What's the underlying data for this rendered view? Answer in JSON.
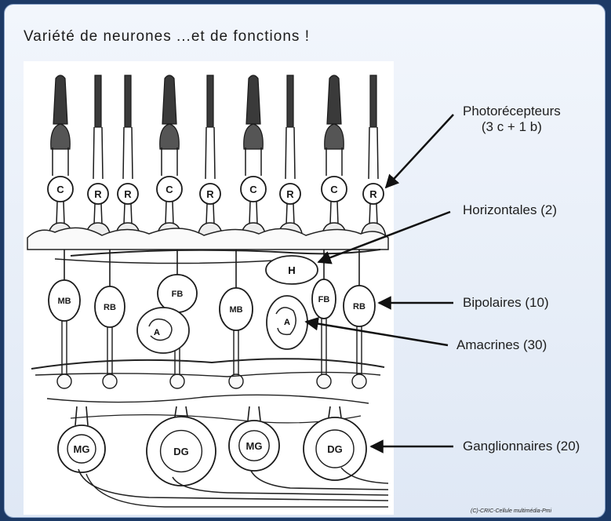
{
  "title": "Variété de neurones ...et de fonctions !",
  "labels": {
    "photoreceptors_line1": "Photorécepteurs",
    "photoreceptors_line2": "(3 c + 1 b)",
    "horizontals": "Horizontales (2)",
    "bipolars": "Bipolaires (10)",
    "amacrines": "Amacrines (30)",
    "ganglions": "Ganglionnaires (20)"
  },
  "cell_letters": {
    "cone": "C",
    "rod": "R",
    "horizontal": "H",
    "midget_bipolar": "MB",
    "rod_bipolar": "RB",
    "flat_bipolar": "FB",
    "amacrine": "A",
    "midget_ganglion": "MG",
    "diffuse_ganglion": "DG"
  },
  "photoreceptor_sequence": [
    "C",
    "R",
    "R",
    "C",
    "R",
    "C",
    "R",
    "C",
    "R"
  ],
  "credit": "(C)-CRIC-Cellule multimédia-Pmi",
  "colors": {
    "background": "#1d3a66",
    "panel": "#e8eef8",
    "ink": "#1a1a1a"
  }
}
